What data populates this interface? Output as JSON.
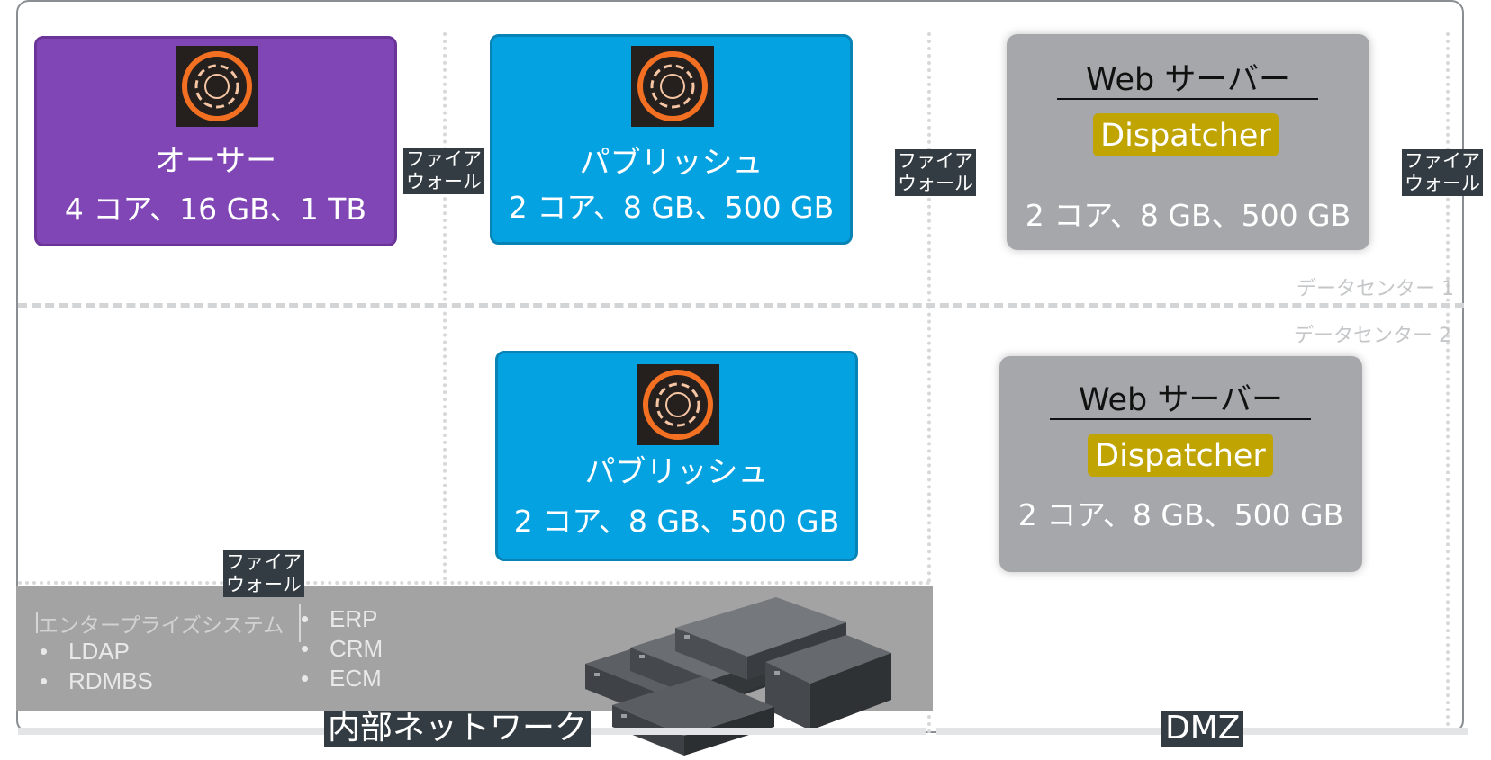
{
  "colors": {
    "author": "#8046b6",
    "publish": "#04a2e1",
    "webserver": "#a6a7aa",
    "dispatcher": "#bfa402",
    "firewall_label_bg": "#333c42"
  },
  "icons": {
    "aem": "adobe-experience-manager-icon",
    "servers": "server-rack-icon"
  },
  "author": {
    "role": "オーサー",
    "spec": "4 コア、16 GB、1 TB"
  },
  "publish_1": {
    "role": "パブリッシュ",
    "spec": "2 コア、8 GB、500 GB"
  },
  "publish_2": {
    "role": "パブリッシュ",
    "spec": "2 コア、8 GB、500 GB"
  },
  "webserver_1": {
    "title": "Web サーバー",
    "dispatcher": "Dispatcher",
    "spec": "2 コア、8 GB、500 GB"
  },
  "webserver_2": {
    "title": "Web サーバー",
    "dispatcher": "Dispatcher",
    "spec": "2 コア、8 GB、500 GB"
  },
  "firewall": {
    "line1": "ファイア",
    "line2": "ウォール"
  },
  "datacenters": {
    "dc1": "データセンター 1",
    "dc2": "データセンター 2"
  },
  "enterprise": {
    "title": "エンタープライズシステム",
    "left_items": [
      "LDAP",
      "RDMBS"
    ],
    "right_items": [
      "ERP",
      "CRM",
      "ECM"
    ]
  },
  "zones": {
    "internal": "内部ネットワーク",
    "dmz": "DMZ"
  }
}
